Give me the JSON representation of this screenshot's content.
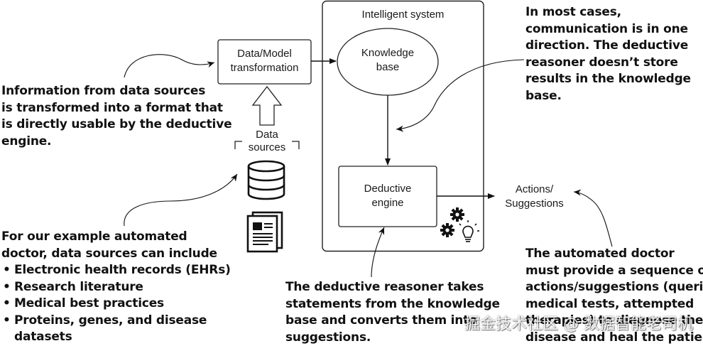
{
  "nodes": {
    "system_title": "Intelligent system",
    "transform": [
      "Data/Model",
      "transformation"
    ],
    "knowledge": [
      "Knowledge",
      "base"
    ],
    "engine": [
      "Deductive",
      "engine"
    ],
    "sources": [
      "Data",
      "sources"
    ],
    "actions": [
      "Actions/",
      "Suggestions"
    ]
  },
  "annotations": {
    "transform_note": [
      "Information from data sources",
      "is transformed into a format that",
      "is directly usable by the deductive",
      "engine."
    ],
    "one_way_note": [
      "In most cases,",
      "communication is in one",
      "direction. The deductive",
      "reasoner doesn’t store",
      "results in the knowledge",
      "base."
    ],
    "sources_note_intro": [
      "For our example automated",
      "doctor, data sources can include"
    ],
    "sources_note_items": [
      "Electronic health records (EHRs)",
      "Research literature",
      "Medical best practices",
      "Proteins, genes, and disease"
    ],
    "sources_note_item_cont": "datasets",
    "reasoner_note": [
      "The deductive reasoner takes",
      "statements from the knowledge",
      "base and converts them into",
      "suggestions."
    ],
    "doctor_note": [
      "The automated doctor",
      "must provide a sequence of",
      "actions/suggestions (queries,",
      "medical tests, attempted",
      "therapies) to diagnose the",
      "disease and heal the patient."
    ]
  },
  "icons": [
    "database-icon",
    "documents-icon",
    "gears-icon",
    "lightbulb-icon"
  ],
  "watermark": "掘金技术社区 @ 数据智能老司机"
}
